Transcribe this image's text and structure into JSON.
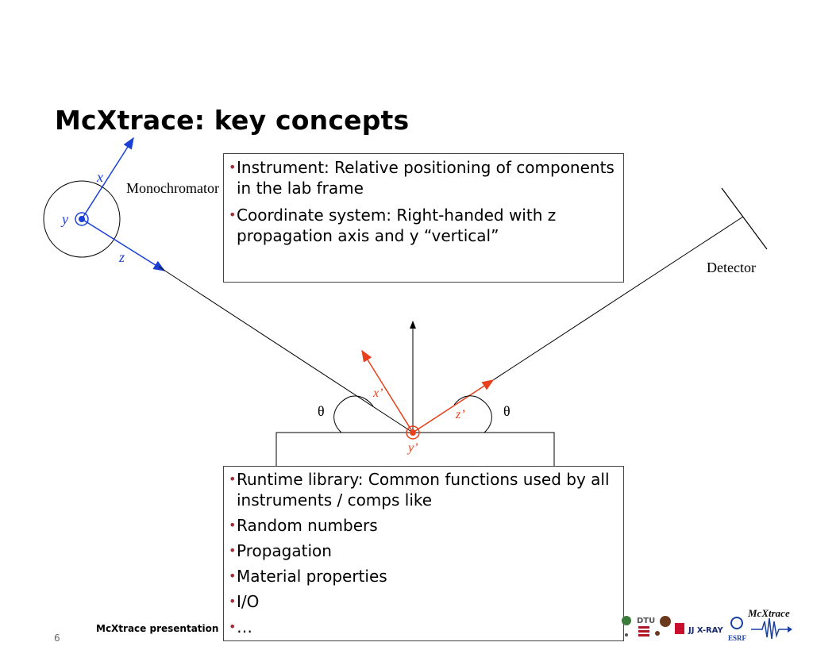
{
  "slide": {
    "title": "McXtrace: key concepts",
    "page_number": "6",
    "footer": "McXtrace presentation"
  },
  "diagram": {
    "labels": {
      "monochromator": "Monochromator",
      "detector": "Detector",
      "x": "x",
      "y": "y",
      "z": "z",
      "x_prime": "x’",
      "y_prime": "y’",
      "z_prime": "z’",
      "theta_left": "θ",
      "theta_right": "θ"
    },
    "colors": {
      "frame_blue": "#1a3fd6",
      "frame_red": "#e8401c",
      "line": "#000000"
    }
  },
  "boxes": {
    "top": [
      "Instrument: Relative positioning of components in the lab frame",
      "Coordinate system: Right-handed with z propagation axis and y “vertical”"
    ],
    "bottom": [
      "Runtime library: Common functions used by all instruments / comps like",
      "Random numbers",
      "Propagation",
      "Material properties",
      "I/O",
      "…"
    ]
  },
  "logos": {
    "dtu": "DTU",
    "jj_xray": "JJ X-RAY",
    "esrf": "ESRF",
    "mcxtrace": "McXtrace"
  }
}
